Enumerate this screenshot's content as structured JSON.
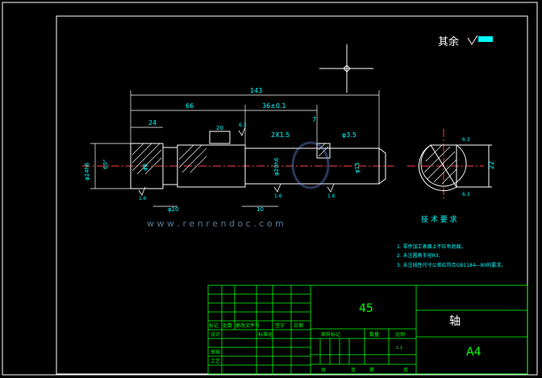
{
  "drawing": {
    "roughness_note": "其余",
    "dimensions": {
      "overall_length": "143",
      "left_length": "66",
      "key_position": "36±0.1",
      "left_step": "24",
      "groove_width": "20",
      "thread": "2X1.5",
      "hole_pos": "7",
      "hole_dia": "φ3.5",
      "left_dia": "φ24h6",
      "mid_dia": "φ20h6",
      "bottom_dia": "φ20",
      "bottom_len": "10",
      "section_depth": "22",
      "right_dia": "φ15",
      "small_hole": "φ8",
      "angle": "60°",
      "roughness_a": "1.6",
      "roughness_b": "1.6",
      "roughness_c": "1.6",
      "roughness_d": "6.3",
      "section_roughness_top": "6.3",
      "section_roughness_bottom": "6.3"
    },
    "watermark_url": "w w w . r e n r e n d o c . c o m",
    "tech_title": "技 术 要 求",
    "tech_notes": [
      "1. 零件加工表面上不应有划痕。",
      "2. 未注圆角半径R3;",
      "3. 未注线性尺寸公差应符合GB1184—80的要求。"
    ]
  },
  "title_block": {
    "material": "45",
    "part_name": "轴",
    "sheet_size": "A4",
    "scale": "1:1",
    "row_labels": {
      "mark": "标记",
      "count": "处数",
      "doc_no": "更改文件号",
      "sign": "签字",
      "date": "日期",
      "design": "设计",
      "standardize": "标准化",
      "review": "审核",
      "process": "工艺",
      "stage_mark": "图样标记",
      "weight": "数量",
      "ratio": "比例",
      "total": "共",
      "sheet": "页",
      "page_of": "第",
      "page": "页"
    }
  }
}
